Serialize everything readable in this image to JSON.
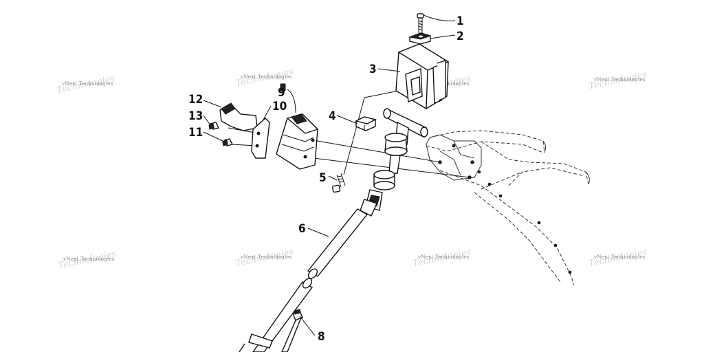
{
  "callouts": [
    {
      "id": "1",
      "label": "1"
    },
    {
      "id": "2",
      "label": "2"
    },
    {
      "id": "3",
      "label": "3"
    },
    {
      "id": "4",
      "label": "4"
    },
    {
      "id": "5",
      "label": "5"
    },
    {
      "id": "6",
      "label": "6"
    },
    {
      "id": "8",
      "label": "8"
    },
    {
      "id": "9",
      "label": "9"
    },
    {
      "id": "10",
      "label": "10"
    },
    {
      "id": "11",
      "label": "11"
    },
    {
      "id": "12",
      "label": "12"
    },
    {
      "id": "13",
      "label": "13"
    }
  ],
  "watermark": {
    "text": "vNext Technologies"
  }
}
